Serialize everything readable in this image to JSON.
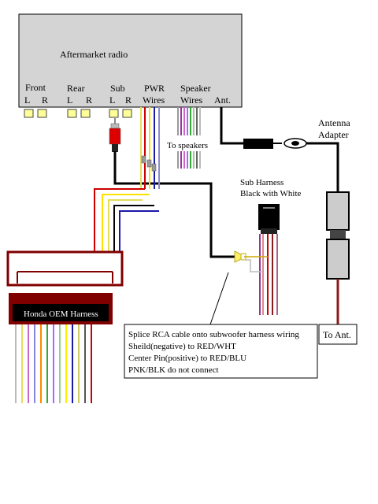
{
  "radio": {
    "title": "Aftermarket radio",
    "front_label": "Front",
    "rear_label": "Rear",
    "sub_label": "Sub",
    "pwr_label_line1": "PWR",
    "pwr_label_line2": "Wires",
    "speaker_label_line1": "Speaker",
    "speaker_label_line2": "Wires",
    "ant_label": "Ant.",
    "left_label": "L",
    "right_label": "R"
  },
  "labels": {
    "to_speakers": "To speakers",
    "antenna_adapter_line1": "Antenna",
    "antenna_adapter_line2": "Adapter",
    "sub_harness_line1": "Sub Harness",
    "sub_harness_line2": "Black with White",
    "honda_harness": "Honda OEM Harness",
    "to_ant": "To Ant."
  },
  "note": {
    "line1": "Splice RCA cable onto subwoofer harness wiring",
    "line2": "Sheild(negative) to RED/WHT",
    "line3": "Center Pin(positive) to RED/BLU",
    "line4": "PNK/BLK do not connect"
  },
  "colors": {
    "radio_body": "#d4d4d4",
    "rca_jack": "#ffff99",
    "harness_dark_red": "#800000",
    "wire_red": "#cc0000",
    "wire_yellow": "#ffee00",
    "wire_blue": "#1a1aaa",
    "wire_purple": "#993399",
    "wire_green": "#33aa33"
  }
}
